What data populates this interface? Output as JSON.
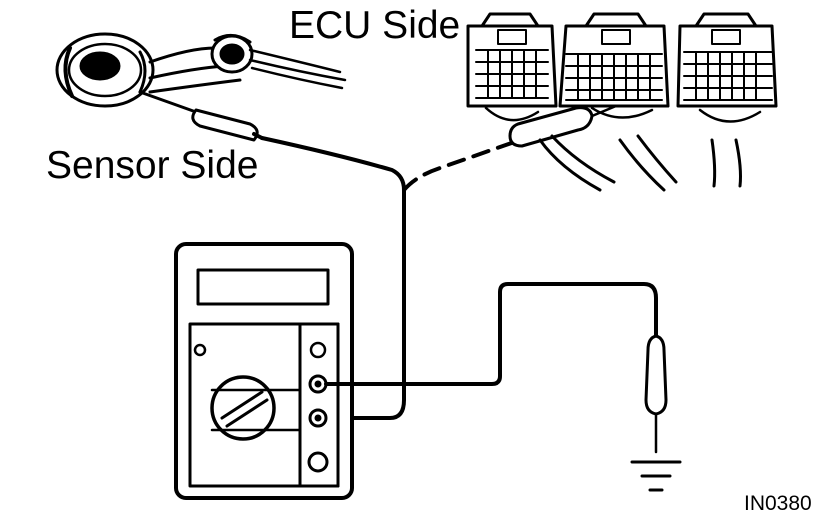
{
  "diagram": {
    "labels": {
      "ecu_side": "ECU Side",
      "sensor_side": "Sensor Side",
      "figure_code": "IN0380"
    },
    "colors": {
      "ink": "#000000",
      "paper": "#ffffff"
    },
    "icons": [
      "sensor-connector-icon",
      "ecu-connector-icon",
      "multimeter-icon",
      "probe-icon",
      "ground-symbol-icon"
    ]
  }
}
